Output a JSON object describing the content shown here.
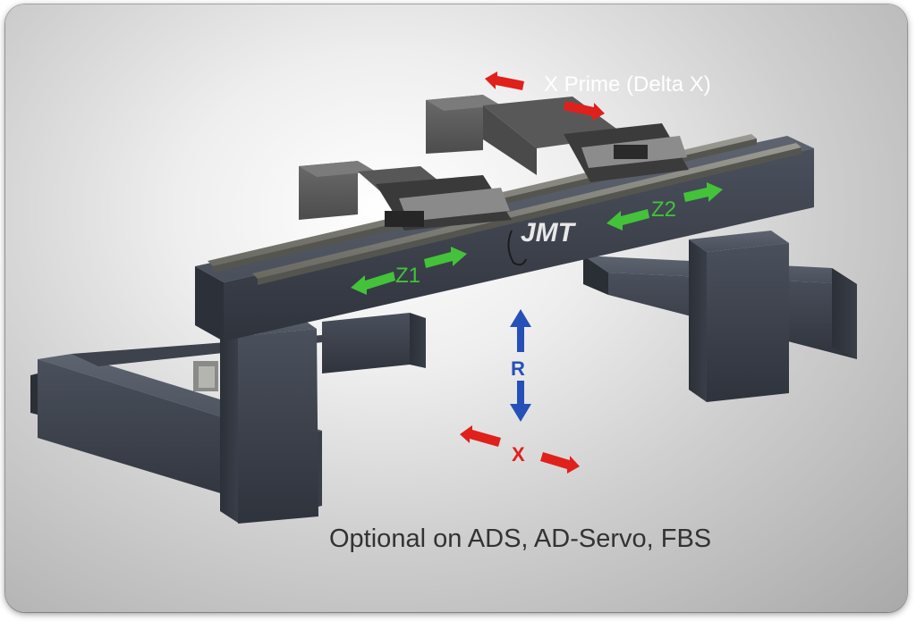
{
  "labels": {
    "x_prime": "X Prime (Delta X)",
    "z1": "Z1",
    "z2": "Z2",
    "r": "R",
    "x": "X",
    "logo": "JMT",
    "caption": "Optional on ADS, AD-Servo, FBS"
  },
  "colors": {
    "x_axis_arrow": "#e0201b",
    "z_axis_arrow": "#43c23a",
    "r_axis_arrow": "#2550b8",
    "frame_steel": "#3a3f4a",
    "rail": "#7a7a72"
  }
}
